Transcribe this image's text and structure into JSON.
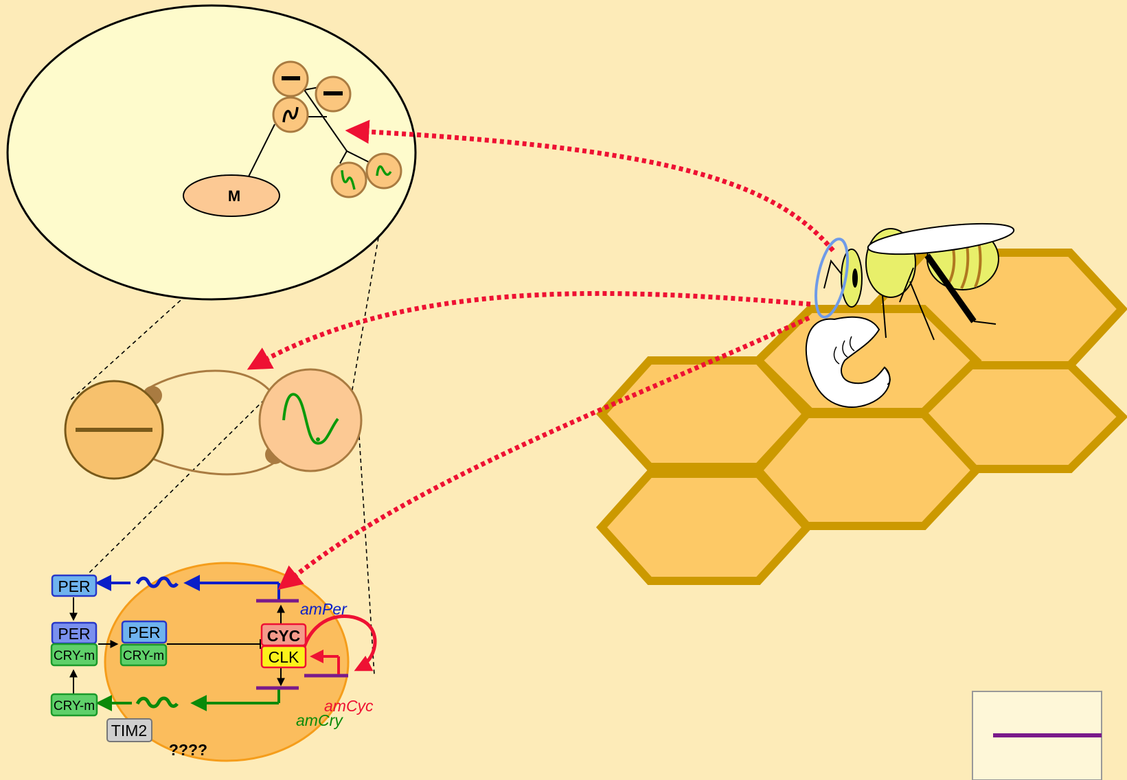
{
  "colors": {
    "background": "#fdebb8",
    "brain_fill": "#fefbcc",
    "neuron_fill": "#fbc67e",
    "neuron_stroke": "#a97b41",
    "oscillator_fill": "#fcc994",
    "inhibitor_fill": "#f7c16d",
    "cell_fill": "#fbbd5d",
    "cell_stroke": "#f59d1b",
    "honeycomb_fill": "#fdc966",
    "honeycomb_stroke": "#cc9900",
    "red_dotted": "#ee1133",
    "per_blue": "#0a1ec8",
    "cry_green": "#0a8a0a",
    "cyc_red": "#ee1133",
    "repression_purple": "#7a1a8a",
    "bee_yellow": "#e8ef6a",
    "antenna_outline": "#6f9be8",
    "legend_fill": "#fef7d8"
  },
  "icons": {
    "inhibitor": "minus-sign",
    "oscillator": "sine-wave",
    "repression": "t-bar"
  },
  "brain": {
    "nucleus_label": "M"
  },
  "molecular": {
    "per_top": "PER",
    "per_complex": "PER",
    "cry_complex": "CRY-m",
    "per_nuclear": "PER",
    "cry_nuclear": "CRY-m",
    "cry_bottom": "CRY-m",
    "tim2": "TIM2",
    "unknown": "????",
    "cyc": "CYC",
    "clk": "CLK",
    "am_per": "amPer",
    "am_cyc": "amCyc",
    "am_cry": "amCry"
  }
}
